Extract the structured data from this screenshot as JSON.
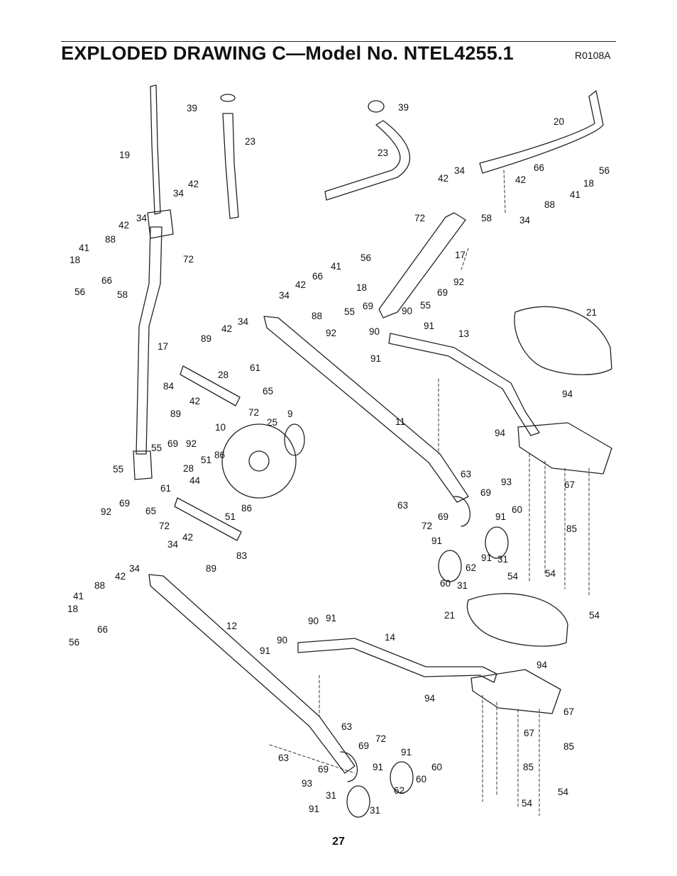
{
  "header": {
    "title": "EXPLODED DRAWING C—Model No. NTEL4255.1",
    "code": "R0108A"
  },
  "footer": {
    "page_number": "27"
  },
  "callouts": [
    {
      "t": "39"
    },
    {
      "t": "19"
    },
    {
      "t": "23"
    },
    {
      "t": "42"
    },
    {
      "t": "34"
    },
    {
      "t": "34"
    },
    {
      "t": "42"
    },
    {
      "t": "41"
    },
    {
      "t": "88"
    },
    {
      "t": "18"
    },
    {
      "t": "66"
    },
    {
      "t": "56"
    },
    {
      "t": "72"
    },
    {
      "t": "58"
    },
    {
      "t": "17"
    },
    {
      "t": "89"
    },
    {
      "t": "42"
    },
    {
      "t": "34"
    },
    {
      "t": "84"
    },
    {
      "t": "28"
    },
    {
      "t": "61"
    },
    {
      "t": "65"
    },
    {
      "t": "72"
    },
    {
      "t": "42"
    },
    {
      "t": "89"
    },
    {
      "t": "10"
    },
    {
      "t": "9"
    },
    {
      "t": "25"
    },
    {
      "t": "55"
    },
    {
      "t": "69"
    },
    {
      "t": "92"
    },
    {
      "t": "86"
    },
    {
      "t": "51"
    },
    {
      "t": "28"
    },
    {
      "t": "55"
    },
    {
      "t": "61"
    },
    {
      "t": "44"
    },
    {
      "t": "86"
    },
    {
      "t": "51"
    },
    {
      "t": "69"
    },
    {
      "t": "92"
    },
    {
      "t": "65"
    },
    {
      "t": "72"
    },
    {
      "t": "42"
    },
    {
      "t": "34"
    },
    {
      "t": "83"
    },
    {
      "t": "89"
    },
    {
      "t": "42"
    },
    {
      "t": "34"
    },
    {
      "t": "88"
    },
    {
      "t": "41"
    },
    {
      "t": "18"
    },
    {
      "t": "66"
    },
    {
      "t": "56"
    },
    {
      "t": "12"
    },
    {
      "t": "34"
    },
    {
      "t": "42"
    },
    {
      "t": "66"
    },
    {
      "t": "41"
    },
    {
      "t": "56"
    },
    {
      "t": "18"
    },
    {
      "t": "88"
    },
    {
      "t": "55"
    },
    {
      "t": "69"
    },
    {
      "t": "92"
    },
    {
      "t": "90"
    },
    {
      "t": "91"
    },
    {
      "t": "90"
    },
    {
      "t": "55"
    },
    {
      "t": "69"
    },
    {
      "t": "92"
    },
    {
      "t": "91"
    },
    {
      "t": "13"
    },
    {
      "t": "11"
    },
    {
      "t": "39"
    },
    {
      "t": "23"
    },
    {
      "t": "20"
    },
    {
      "t": "42"
    },
    {
      "t": "34"
    },
    {
      "t": "72"
    },
    {
      "t": "58"
    },
    {
      "t": "17"
    },
    {
      "t": "42"
    },
    {
      "t": "66"
    },
    {
      "t": "56"
    },
    {
      "t": "18"
    },
    {
      "t": "41"
    },
    {
      "t": "88"
    },
    {
      "t": "34"
    },
    {
      "t": "21"
    },
    {
      "t": "94"
    },
    {
      "t": "94"
    },
    {
      "t": "63"
    },
    {
      "t": "63"
    },
    {
      "t": "93"
    },
    {
      "t": "67"
    },
    {
      "t": "69"
    },
    {
      "t": "60"
    },
    {
      "t": "91"
    },
    {
      "t": "72"
    },
    {
      "t": "69"
    },
    {
      "t": "85"
    },
    {
      "t": "91"
    },
    {
      "t": "91"
    },
    {
      "t": "62"
    },
    {
      "t": "31"
    },
    {
      "t": "60"
    },
    {
      "t": "31"
    },
    {
      "t": "54"
    },
    {
      "t": "54"
    },
    {
      "t": "54"
    },
    {
      "t": "21"
    },
    {
      "t": "90"
    },
    {
      "t": "91"
    },
    {
      "t": "90"
    },
    {
      "t": "91"
    },
    {
      "t": "14"
    },
    {
      "t": "94"
    },
    {
      "t": "94"
    },
    {
      "t": "67"
    },
    {
      "t": "67"
    },
    {
      "t": "63"
    },
    {
      "t": "63"
    },
    {
      "t": "85"
    },
    {
      "t": "85"
    },
    {
      "t": "72"
    },
    {
      "t": "69"
    },
    {
      "t": "91"
    },
    {
      "t": "60"
    },
    {
      "t": "69"
    },
    {
      "t": "91"
    },
    {
      "t": "93"
    },
    {
      "t": "62"
    },
    {
      "t": "31"
    },
    {
      "t": "91"
    },
    {
      "t": "60"
    },
    {
      "t": "31"
    },
    {
      "t": "54"
    },
    {
      "t": "54"
    }
  ]
}
